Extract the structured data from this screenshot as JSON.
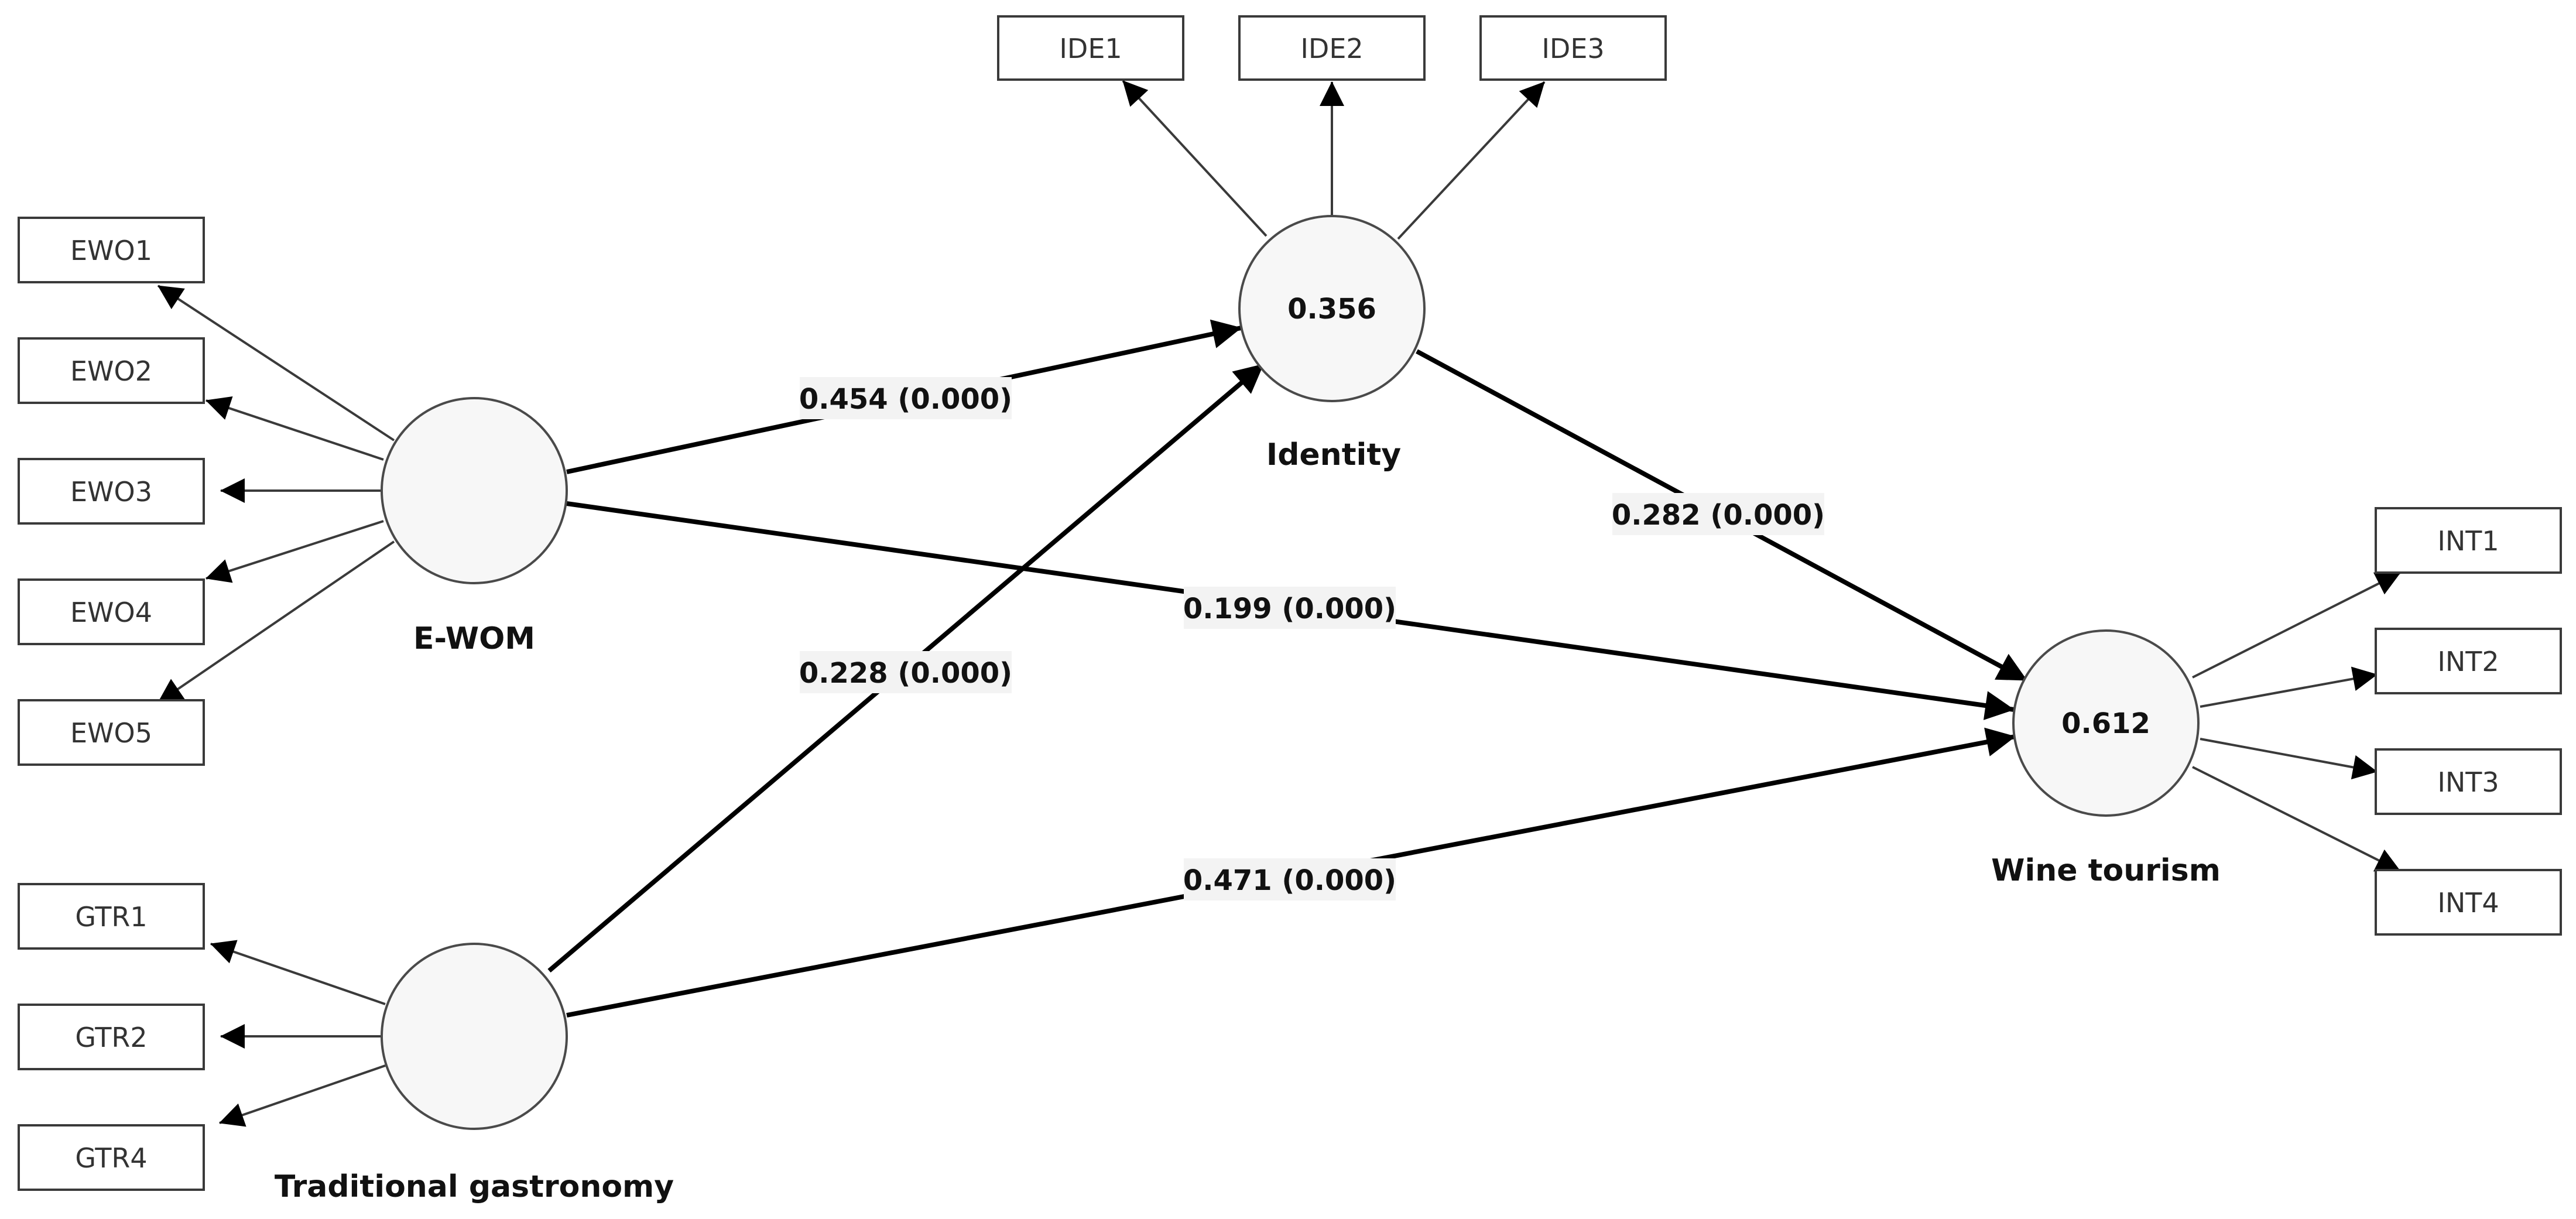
{
  "constructs": {
    "ewom": {
      "name": "E-WOM",
      "r2": ""
    },
    "gastronomy": {
      "name": "Traditional gastronomy",
      "r2": ""
    },
    "identity": {
      "name": "Identity",
      "r2": "0.356"
    },
    "wine_tourism": {
      "name": "Wine tourism",
      "r2": "0.612"
    }
  },
  "indicators": {
    "ewom": [
      "EWO1",
      "EWO2",
      "EWO3",
      "EWO4",
      "EWO5"
    ],
    "gastronomy": [
      "GTR1",
      "GTR2",
      "GTR4"
    ],
    "identity": [
      "IDE1",
      "IDE2",
      "IDE3"
    ],
    "wine_tourism": [
      "INT1",
      "INT2",
      "INT3",
      "INT4"
    ]
  },
  "paths": {
    "ewom_identity": "0.454 (0.000)",
    "ewom_wine": "0.199 (0.000)",
    "gastronomy_identity": "0.228 (0.000)",
    "gastronomy_wine": "0.471 (0.000)",
    "identity_wine": "0.282 (0.000)"
  }
}
